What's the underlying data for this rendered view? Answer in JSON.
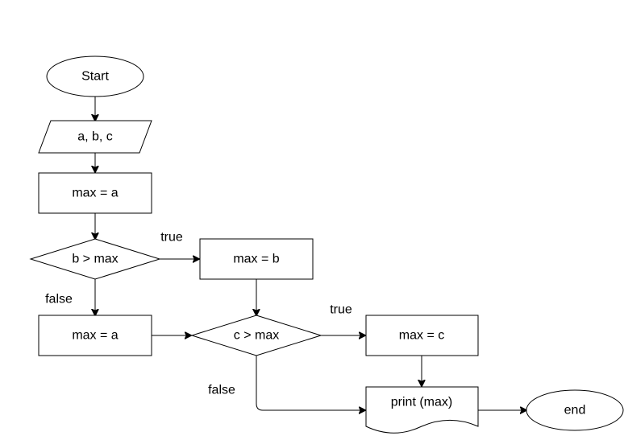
{
  "nodes": {
    "start": "Start",
    "input": "a, b, c",
    "init_max": "max = a",
    "cond_b": "b > max",
    "assign_b": "max = b",
    "assign_a": "max = a",
    "cond_c": "c > max",
    "assign_c": "max = c",
    "print": "print (max)",
    "end": "end"
  },
  "edge_labels": {
    "cond_b_true": "true",
    "cond_b_false": "false",
    "cond_c_true": "true",
    "cond_c_false": "false"
  }
}
